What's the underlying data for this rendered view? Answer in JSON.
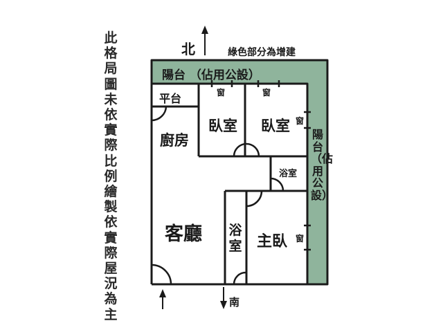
{
  "disclaimer": "此格局圖未依實際比例繪製依實際屋況為主",
  "compass": {
    "north": "北",
    "south": "南"
  },
  "legend": "綠色部分為增建",
  "colors": {
    "addition_green": "#8fb49c",
    "wall": "#1a1a1a",
    "background": "#ffffff"
  },
  "rooms": {
    "balcony_top": "陽台 （佔用公設）",
    "balcony_right": "陽台（佔用公設）",
    "platform": "平台",
    "kitchen": "廚房",
    "bedroom_1": "臥室",
    "bedroom_2": "臥室",
    "bathroom_small": "浴室",
    "living_room": "客廳",
    "bathroom_vertical": "浴室",
    "master_bedroom": "主臥"
  },
  "windows": {
    "label": "窗",
    "bedroom_1": "窗",
    "bedroom_2_top": "窗",
    "bedroom_2_side": "窗",
    "master_bedroom": "窗"
  }
}
